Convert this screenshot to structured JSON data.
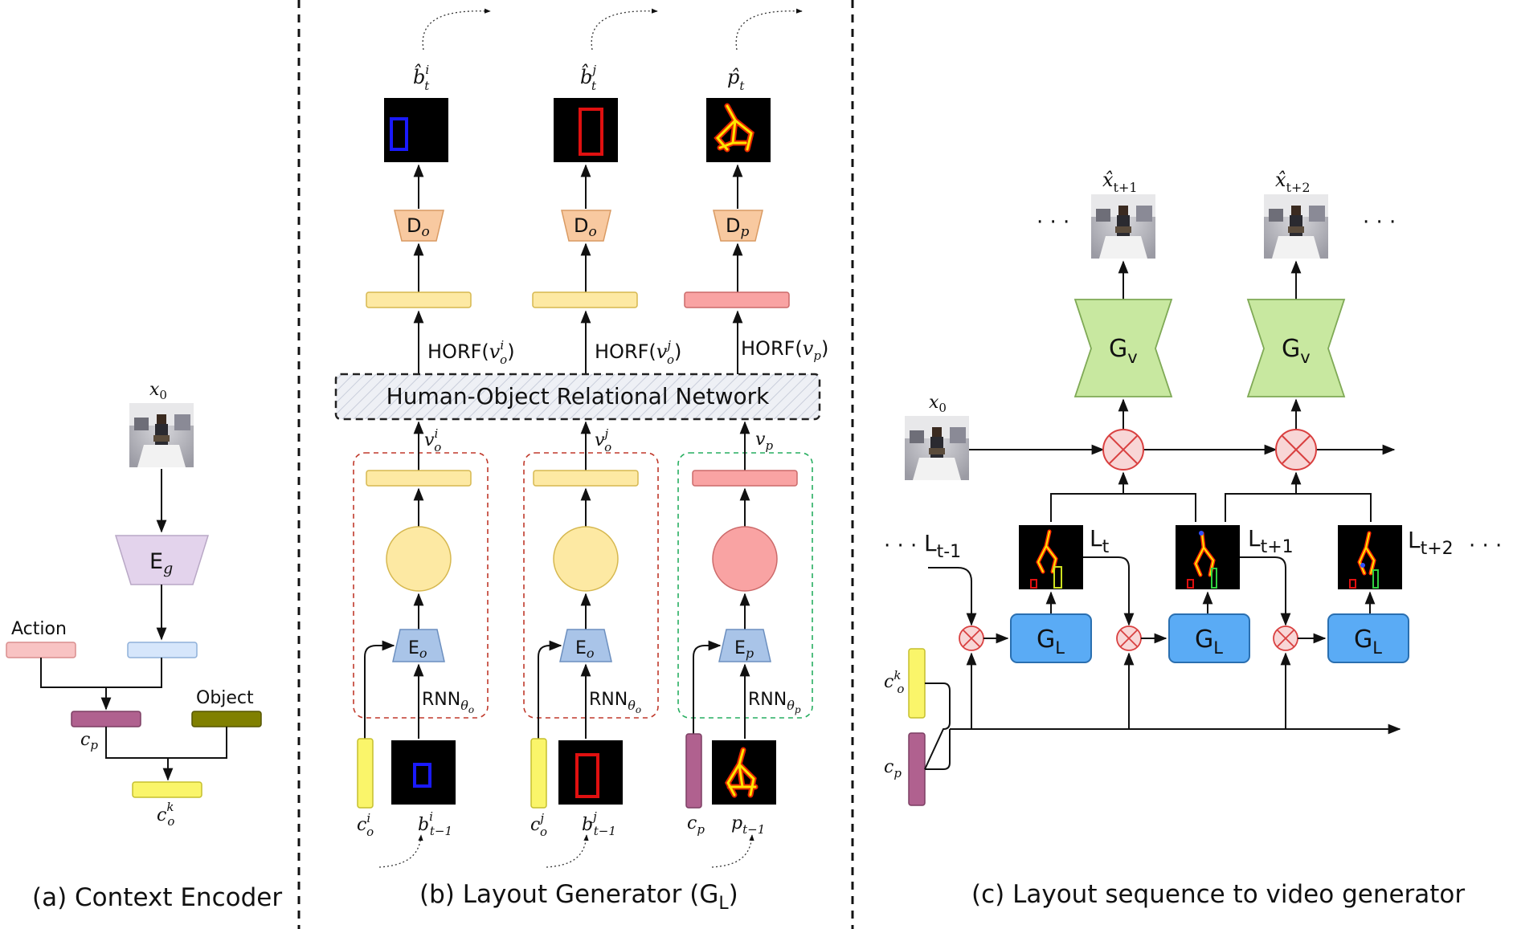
{
  "captions": {
    "a": "(a) Context Encoder",
    "b": "(b) Layout Generator (G",
    "b_sub": "L",
    "b_close": ")",
    "c": "(c) Layout sequence to video generator"
  },
  "context_encoder": {
    "input_image_label": "x",
    "input_image_sub": "0",
    "encoder_label": "E",
    "encoder_sub": "g",
    "action_label": "Action",
    "object_label": "Object",
    "cp_label": "c",
    "cp_sub": "p",
    "cok_label": "c",
    "cok_sub": "o",
    "cok_sup": "k"
  },
  "layout_generator": {
    "hor_network_label": "Human-Object Relational Network",
    "columns": [
      {
        "output_label": "b̂",
        "output_sup": "i",
        "output_sub": "t",
        "decoder_label": "D",
        "decoder_sub": "o",
        "horf_label": "HORF(",
        "horf_var": "v",
        "horf_var_sub": "o",
        "horf_var_sup": "i",
        "horf_close": ")",
        "feature_label": "v",
        "feature_sub": "o",
        "feature_sup": "i",
        "encoder_label": "E",
        "encoder_sub": "o",
        "rnn_label": "RNN",
        "rnn_sub": "θ",
        "rnn_subsub": "o",
        "ctx_label": "c",
        "ctx_sub": "o",
        "ctx_sup": "i",
        "prev_label": "b",
        "prev_sub": "t−1",
        "prev_sup": "i"
      },
      {
        "output_label": "b̂",
        "output_sup": "j",
        "output_sub": "t",
        "decoder_label": "D",
        "decoder_sub": "o",
        "horf_label": "HORF(",
        "horf_var": "v",
        "horf_var_sub": "o",
        "horf_var_sup": "j",
        "horf_close": ")",
        "feature_label": "v",
        "feature_sub": "o",
        "feature_sup": "j",
        "encoder_label": "E",
        "encoder_sub": "o",
        "rnn_label": "RNN",
        "rnn_sub": "θ",
        "rnn_subsub": "o",
        "ctx_label": "c",
        "ctx_sub": "o",
        "ctx_sup": "j",
        "prev_label": "b",
        "prev_sub": "t−1",
        "prev_sup": "j"
      },
      {
        "output_label": "p̂",
        "output_sup": "",
        "output_sub": "t",
        "decoder_label": "D",
        "decoder_sub": "p",
        "horf_label": "HORF(",
        "horf_var": "v",
        "horf_var_sub": "p",
        "horf_var_sup": "",
        "horf_close": ")",
        "feature_label": "v",
        "feature_sub": "p",
        "feature_sup": "",
        "encoder_label": "E",
        "encoder_sub": "p",
        "rnn_label": "RNN",
        "rnn_sub": "θ",
        "rnn_subsub": "p",
        "ctx_label": "c",
        "ctx_sub": "p",
        "ctx_sup": "",
        "prev_label": "p",
        "prev_sub": "t−1",
        "prev_sup": ""
      }
    ]
  },
  "video_generator": {
    "input_label": "x",
    "input_sub": "0",
    "ellipsis": "· · ·",
    "outputs": [
      {
        "label": "x̂",
        "sub": "t+1"
      },
      {
        "label": "x̂",
        "sub": "t+2"
      }
    ],
    "gv_label": "G",
    "gv_sub": "v",
    "gl_label": "G",
    "gl_sub": "L",
    "layouts": [
      {
        "label": "L",
        "sub": "t-1"
      },
      {
        "label": "L",
        "sub": "t"
      },
      {
        "label": "L",
        "sub": "t+1"
      },
      {
        "label": "L",
        "sub": "t+2"
      }
    ],
    "cok_label": "c",
    "cok_sub": "o",
    "cok_sup": "k",
    "cp_label": "c",
    "cp_sub": "p"
  },
  "colors": {
    "yellow_feature": "#fde9a3",
    "pink_feature": "#f9a3a3",
    "orange_decoder": "#f8c9a0",
    "blue_encoder": "#a9c4e8",
    "lavender_encoder": "#e3d3ec",
    "action_pink": "#f8c3c3",
    "light_blue_feature": "#d6e6fb",
    "purple_cp": "#b0618f",
    "olive_object": "#808000",
    "yellow_ctx": "#faf56a",
    "green_gv": "#c8e8a0",
    "blue_gl": "#5aabf5",
    "red_xor": "#d94040",
    "dashed_red": "#c0392b",
    "dashed_green": "#27ae60"
  }
}
